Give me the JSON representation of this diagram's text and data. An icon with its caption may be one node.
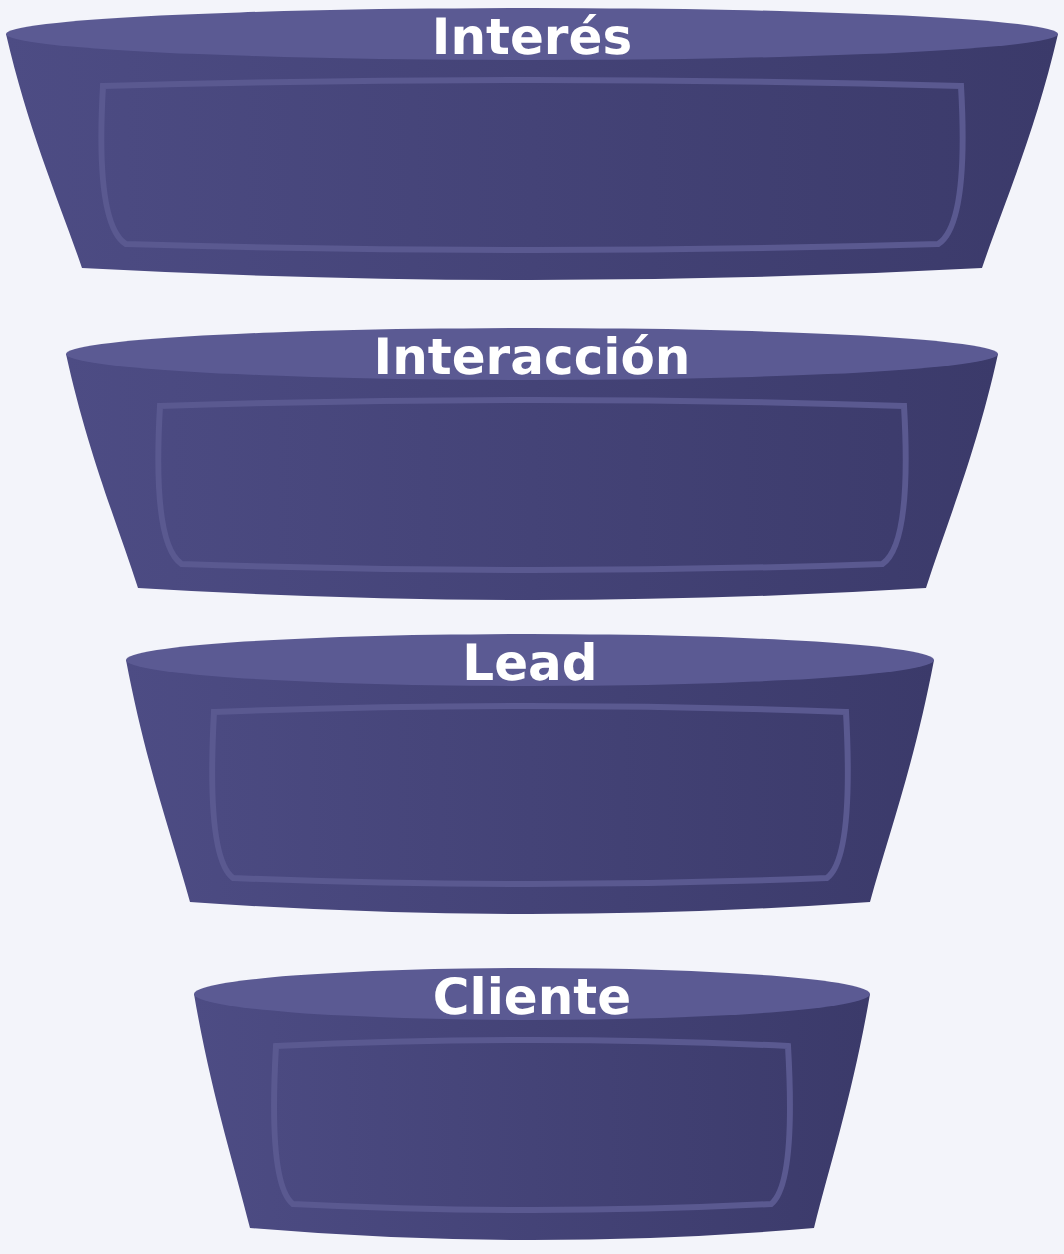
{
  "diagram": {
    "nodes": [
      {
        "text": [
          "Interés"
        ]
      },
      {
        "text": [
          "Interacción"
        ]
      },
      {
        "text": [
          "Lead"
        ]
      },
      {
        "text": [
          "Cliente"
        ]
      }
    ]
  }
}
